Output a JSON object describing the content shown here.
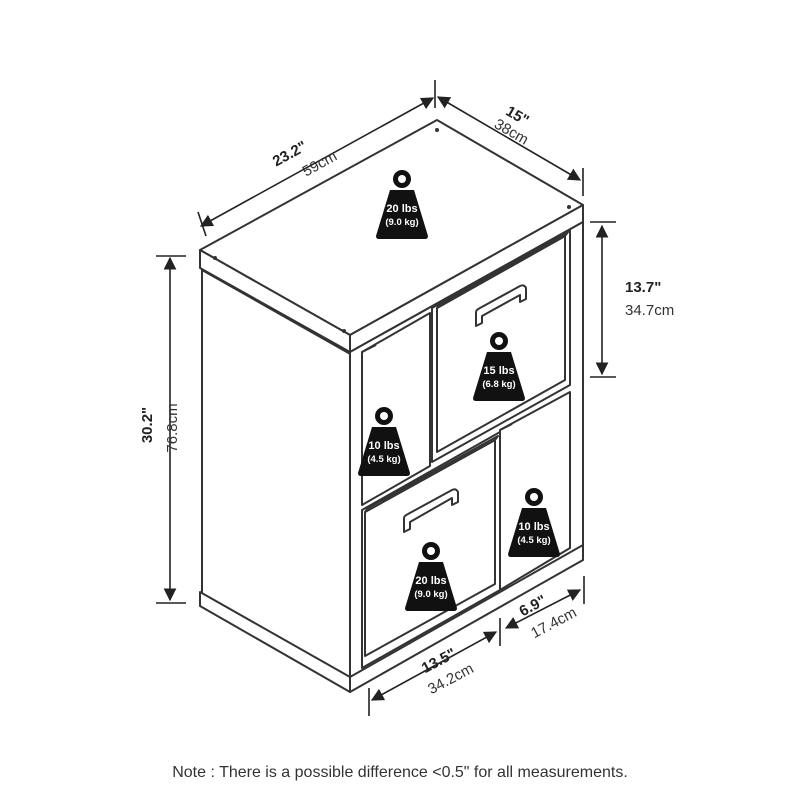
{
  "dimensions": {
    "width_in": "23.2\"",
    "width_cm": "59cm",
    "depth_in": "15\"",
    "depth_cm": "38cm",
    "height_in": "30.2\"",
    "height_cm": "76.8cm",
    "cube_height_in": "13.7\"",
    "cube_height_cm": "34.7cm",
    "cube_width_in": "13.5\"",
    "cube_width_cm": "34.2cm",
    "small_cube_in": "6.9\"",
    "small_cube_cm": "17.4cm"
  },
  "weights": {
    "top_main": "20 lbs",
    "top_sub": "(9.0 kg)",
    "upper_right_main": "15 lbs",
    "upper_right_sub": "(6.8 kg)",
    "upper_left_main": "10 lbs",
    "upper_left_sub": "(4.5 kg)",
    "lower_right_main": "10 lbs",
    "lower_right_sub": "(4.5 kg)",
    "lower_left_main": "20 lbs",
    "lower_left_sub": "(9.0 kg)"
  },
  "note": "Note : There is a possible difference <0.5\" for all measurements."
}
